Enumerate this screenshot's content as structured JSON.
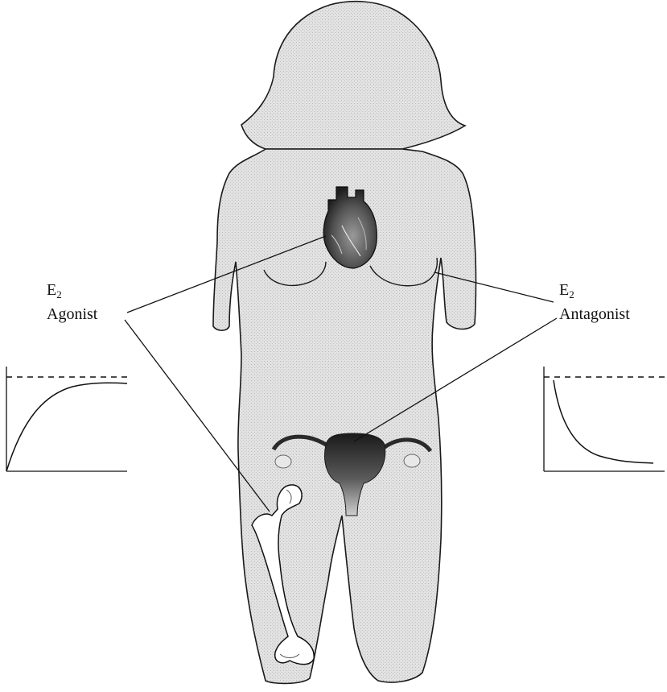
{
  "labels": {
    "agonist": {
      "symbol": "E",
      "subscript": "2",
      "text": "Agonist"
    },
    "antagonist": {
      "symbol": "E",
      "subscript": "2",
      "text": "Antagonist"
    }
  },
  "colors": {
    "body_fill": "#dcdcdc",
    "outline": "#1a1a1a",
    "heart": "#202020",
    "uterus": "#3a3a3a",
    "bone": "#ffffff"
  },
  "organs": [
    "heart",
    "breasts",
    "uterus",
    "ovaries",
    "femur"
  ],
  "curves": {
    "agonist": {
      "shape": "rising toward dashed plateau",
      "dashed_reference": true
    },
    "antagonist": {
      "shape": "falling from dashed line toward baseline",
      "dashed_reference": true
    }
  }
}
